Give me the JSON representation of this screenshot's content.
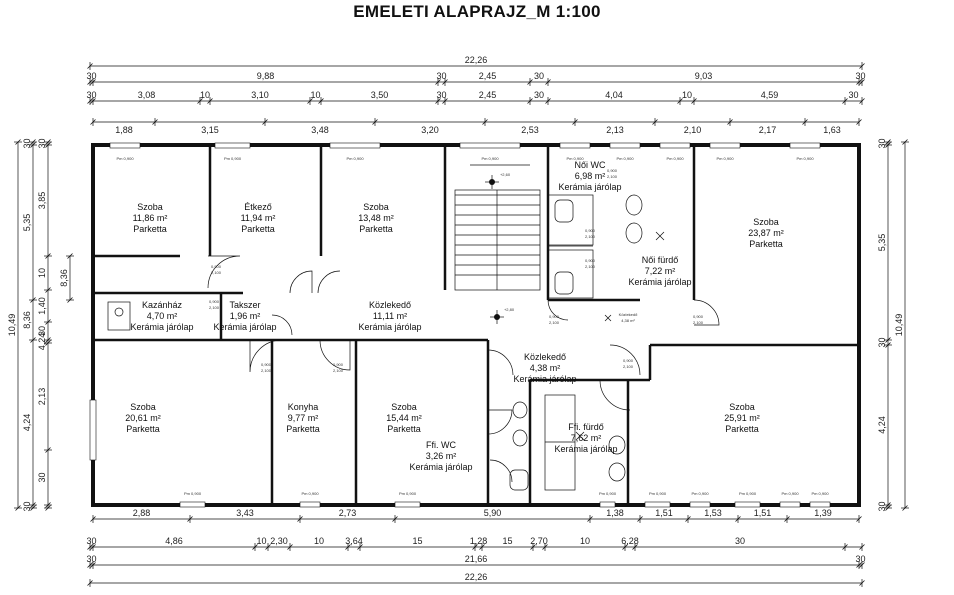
{
  "title": "EMELETI ALAPRAJZ_M 1:100",
  "dims_top": {
    "row1": [
      "22,26"
    ],
    "row2": [
      "30",
      "9,88",
      "30",
      "2,45",
      "30",
      "9,03"
    ],
    "row3": [
      "30",
      "3,08",
      "10",
      "3,10",
      "10",
      "3,50",
      "30",
      "2,45",
      "30",
      "4,04",
      "10",
      "4,59",
      "30"
    ],
    "row4": [
      "1,88",
      "3,15",
      "3,48",
      "3,20",
      "2,53",
      "2,13",
      "2,10",
      "2,17",
      "1,63"
    ]
  },
  "dims_bottom": {
    "row1": [
      "2,88",
      "3,43",
      "2,73",
      "5,90",
      "1,38",
      "1,51",
      "1,53",
      "1,51",
      "1,39"
    ],
    "row2": [
      "30",
      "4,86",
      "10",
      "2,30",
      "10",
      "3,64",
      "15",
      "1,28",
      "15",
      "2,70",
      "10",
      "6,28",
      "30"
    ],
    "row3": [
      "30",
      "21,66",
      "30"
    ],
    "row4": [
      "22,26"
    ]
  },
  "dims_left": {
    "outer": [
      "10,49"
    ],
    "mid": [
      "30",
      "5,35",
      "8,36",
      "4,24",
      "30"
    ],
    "inner": [
      "30",
      "3,85",
      "10",
      "1,40",
      "30",
      "4,24",
      "2,13",
      "30"
    ]
  },
  "dims_right": {
    "inner": [
      "30",
      "5,35",
      "30",
      "4,24",
      "30"
    ],
    "outer": [
      "10,49"
    ]
  },
  "rooms": [
    {
      "name": "Szoba",
      "area": "11,86 m²",
      "floor": "Parketta"
    },
    {
      "name": "Étkező",
      "area": "11,94 m²",
      "floor": "Parketta"
    },
    {
      "name": "Szoba",
      "area": "13,48 m²",
      "floor": "Parketta"
    },
    {
      "name": "Női WC",
      "area": "6,98 m²",
      "floor": "Kerámia járólap"
    },
    {
      "name": "Szoba",
      "area": "23,87 m²",
      "floor": "Parketta"
    },
    {
      "name": "Női fürdő",
      "area": "7,22 m²",
      "floor": "Kerámia járólap"
    },
    {
      "name": "Kazánház",
      "area": "4,70 m²",
      "floor": "Kerámia járólap"
    },
    {
      "name": "Takszer",
      "area": "1,96 m²",
      "floor": "Kerámia járólap"
    },
    {
      "name": "Közlekedő",
      "area": "11,11 m²",
      "floor": "Kerámia járólap"
    },
    {
      "name": "Közlekedő",
      "area": "4,38 m²",
      "floor": "Kerámia járólap"
    },
    {
      "name": "Szoba",
      "area": "20,61 m²",
      "floor": "Parketta"
    },
    {
      "name": "Konyha",
      "area": "9,77 m²",
      "floor": "Parketta"
    },
    {
      "name": "Szoba",
      "area": "15,44 m²",
      "floor": "Parketta"
    },
    {
      "name": "Ffi. WC",
      "area": "3,26 m²",
      "floor": "Kerámia járólap"
    },
    {
      "name": "Ffi. fürdő",
      "area": "7,62 m²",
      "floor": "Kerámia járólap"
    },
    {
      "name": "Szoba",
      "area": "25,91 m²",
      "floor": "Parketta"
    }
  ],
  "small_labels": {
    "window": "Pm 0,900",
    "door_w": "0,900",
    "door_h": "2,100",
    "level_a": "+2,60",
    "level_b": "+2,80",
    "corridor_small": "Közlekedő",
    "corridor_small_area": "4,38 m²"
  }
}
